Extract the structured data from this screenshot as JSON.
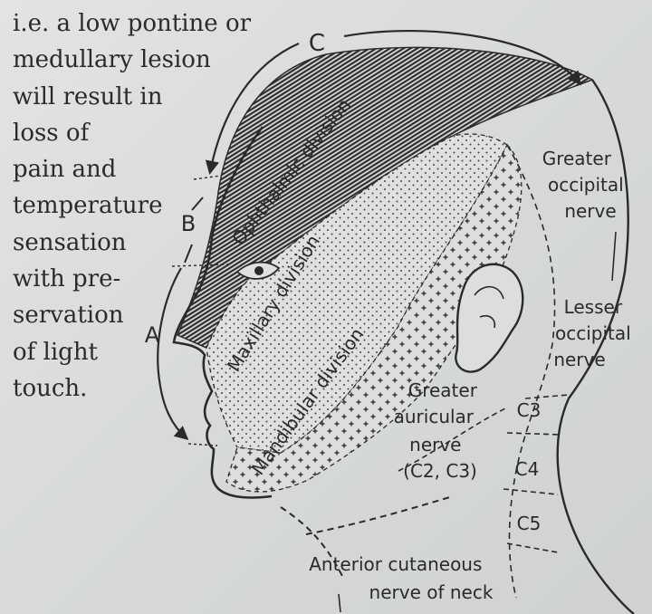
{
  "side_text": [
    "i.e. a low pontine or",
    "medullary lesion",
    "will result in",
    "loss of",
    "pain and",
    "temperature",
    "sensation",
    "with pre-",
    "servation",
    "of light",
    "touch."
  ],
  "labels": {
    "arc_c": "C",
    "arc_b": "B",
    "arc_a": "A",
    "ophthalmic": "Ophthalmic division",
    "maxillary": "Maxillary division",
    "mandibular": "Mandibular division",
    "greater_occipital": [
      "Greater",
      "occipital",
      "nerve"
    ],
    "lesser_occipital": [
      "Lesser",
      "occipital",
      "nerve"
    ],
    "greater_auricular": [
      "Greater",
      "auricular",
      "nerve",
      "(C2, C3)"
    ],
    "c3": "C3",
    "c4": "C4",
    "c5": "C5",
    "anterior_cutaneous": [
      "Anterior cutaneous",
      "nerve of neck"
    ]
  },
  "colors": {
    "ink": "#2a2a2a",
    "paper": "#dcdedc"
  }
}
